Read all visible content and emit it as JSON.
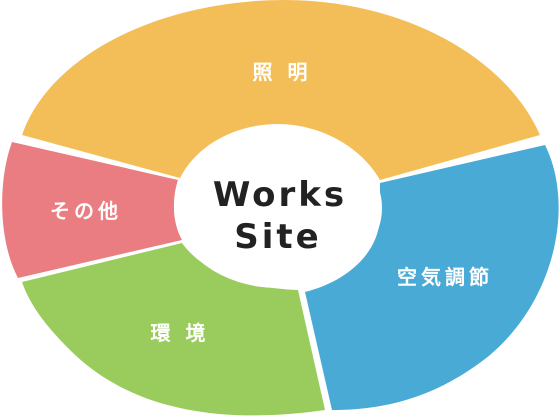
{
  "center": {
    "line1": "Works",
    "line2": "Site"
  },
  "segments": {
    "lighting": {
      "label": "照 明",
      "color": "#F3BE57"
    },
    "hvac": {
      "label": "空気調節",
      "color": "#4AAAD6"
    },
    "environment": {
      "label": "環 境",
      "color": "#99CC5C"
    },
    "other": {
      "label": "その他",
      "color": "#E97D82"
    }
  },
  "center_fill": "#ffffff"
}
